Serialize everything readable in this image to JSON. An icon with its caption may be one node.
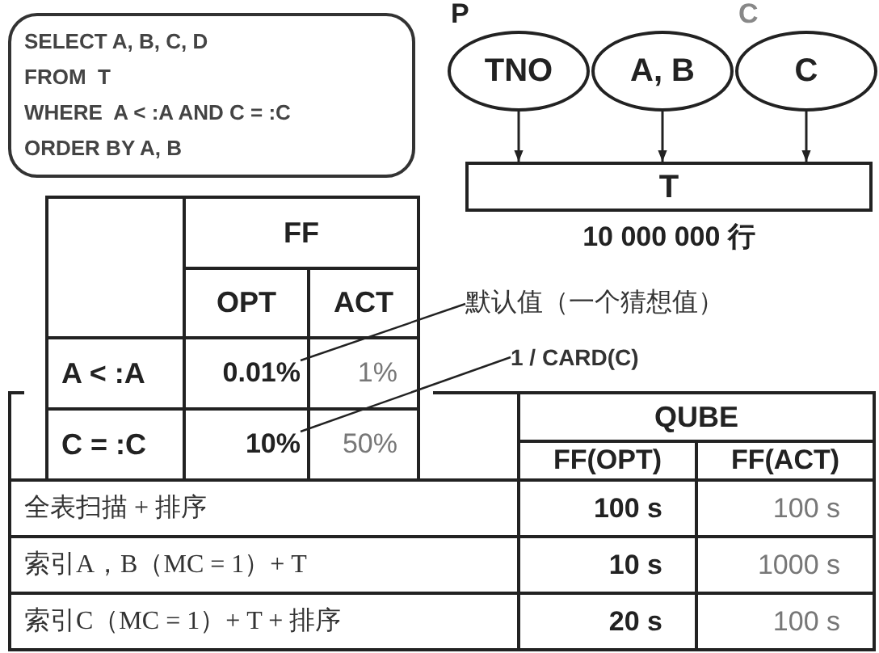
{
  "diagram": {
    "nodes": [
      {
        "text": [
          "SELECT A, B, C, D",
          "FROM  T",
          "WHERE  A < :A AND C = :C",
          "ORDER BY A, B"
        ]
      },
      {
        "text": [
          "TNO"
        ],
        "beside": [
          "P"
        ]
      },
      {
        "text": [
          "A, B"
        ]
      },
      {
        "text": [
          "C"
        ],
        "beside": [
          "C"
        ]
      },
      {
        "text": [
          "T"
        ],
        "beside": [
          "10 000 000 行"
        ]
      },
      {
        "text": [
          "默认值（一个猜想值）"
        ]
      },
      {
        "text": [
          "1 / CARD(C)"
        ]
      },
      {
        "text": [
          "0.01%"
        ]
      },
      {
        "text": [
          "10%"
        ]
      }
    ],
    "edges": [
      {
        "from": 1,
        "to": 4,
        "arrow": "to"
      },
      {
        "from": 2,
        "to": 4,
        "arrow": "to"
      },
      {
        "from": 3,
        "to": 4,
        "arrow": "to"
      },
      {
        "from": 5,
        "to": 7,
        "arrow": "none"
      },
      {
        "from": 6,
        "to": 8,
        "arrow": "none"
      }
    ],
    "labels": [
      "FF",
      "OPT",
      "ACT",
      "A < :A",
      "1%",
      "C = :C",
      "50%",
      "QUBE",
      "FF(OPT)",
      "FF(ACT)",
      "全表扫描 + 排序",
      "100 s",
      "100 s",
      "索引A，B（MC = 1）+ T",
      "10 s",
      "1000 s",
      "索引C（MC = 1）+ T + 排序",
      "20 s",
      "100 s"
    ]
  }
}
